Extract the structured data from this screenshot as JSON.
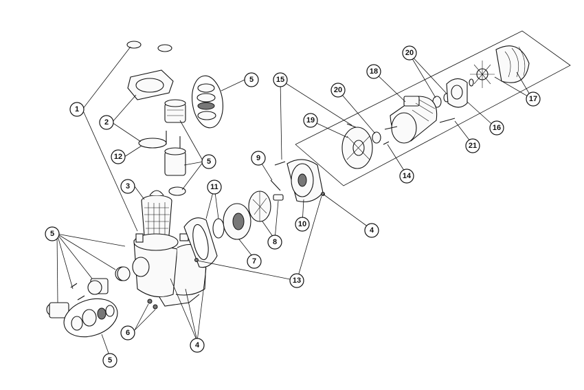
{
  "diagram": {
    "callouts": [
      {
        "id": "c1",
        "label": "1"
      },
      {
        "id": "c2",
        "label": "2"
      },
      {
        "id": "c3",
        "label": "3"
      },
      {
        "id": "c4a",
        "label": "4"
      },
      {
        "id": "c4b",
        "label": "4"
      },
      {
        "id": "c5a",
        "label": "5"
      },
      {
        "id": "c5b",
        "label": "5"
      },
      {
        "id": "c5c",
        "label": "5"
      },
      {
        "id": "c5d",
        "label": "5"
      },
      {
        "id": "c6",
        "label": "6"
      },
      {
        "id": "c7",
        "label": "7"
      },
      {
        "id": "c8",
        "label": "8"
      },
      {
        "id": "c9",
        "label": "9"
      },
      {
        "id": "c10",
        "label": "10"
      },
      {
        "id": "c11",
        "label": "11"
      },
      {
        "id": "c12",
        "label": "12"
      },
      {
        "id": "c13",
        "label": "13"
      },
      {
        "id": "c14",
        "label": "14"
      },
      {
        "id": "c15",
        "label": "15"
      },
      {
        "id": "c16",
        "label": "16"
      },
      {
        "id": "c17",
        "label": "17"
      },
      {
        "id": "c18",
        "label": "18"
      },
      {
        "id": "c19",
        "label": "19"
      },
      {
        "id": "c20a",
        "label": "20"
      },
      {
        "id": "c20b",
        "label": "20"
      },
      {
        "id": "c21",
        "label": "21"
      }
    ]
  }
}
